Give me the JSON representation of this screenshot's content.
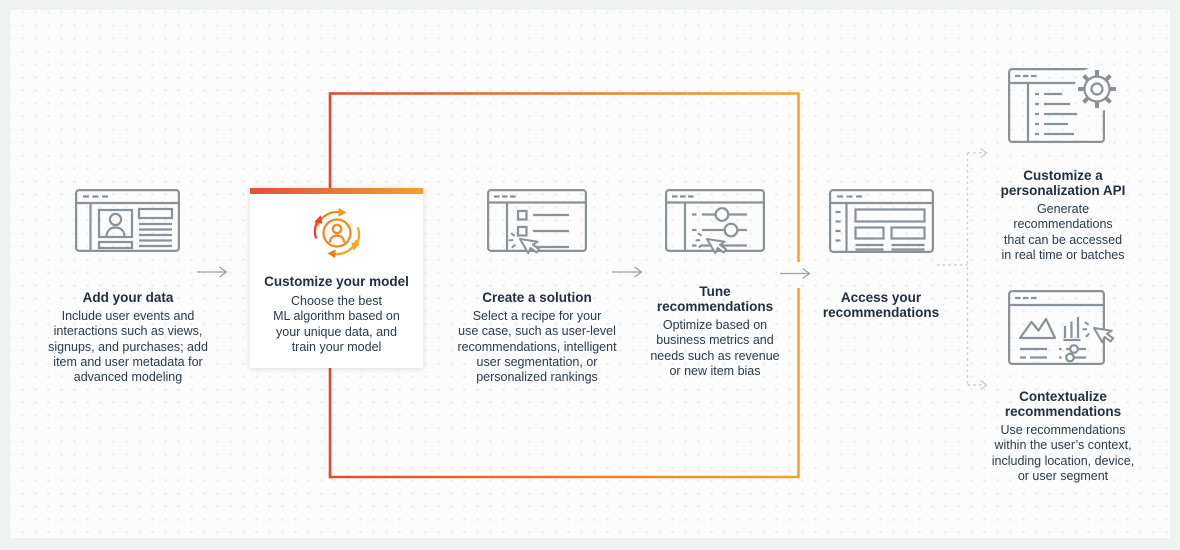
{
  "diagram": {
    "title_hint": "Personalization workflow diagram",
    "steps": [
      {
        "title": "Add your data",
        "description": "Include user events and\ninteractions such as views,\nsignups, and purchases; add\nitem and user metadata for\nadvanced modeling",
        "icon": "user-data-window-icon"
      },
      {
        "title": "Customize your model",
        "description": "Choose the best\nML algorithm based on\nyour unique data, and\ntrain your model",
        "icon": "model-training-cycle-icon"
      },
      {
        "title": "Create a solution",
        "description": "Select a recipe for your\nuse case, such as user-level\nrecommendations, intelligent\nuser segmentation, or\npersonalized rankings",
        "icon": "recipe-select-window-icon"
      },
      {
        "title": "Tune\nrecommendations",
        "description": "Optimize based on\nbusiness metrics and\nneeds such as revenue\nor new item bias",
        "icon": "sliders-window-icon"
      },
      {
        "title": "Access your\nrecommendations",
        "description": "",
        "icon": "results-layout-window-icon"
      }
    ],
    "outputs": [
      {
        "title": "Customize a\npersonalization API",
        "description": "Generate\nrecommendations\nthat can be accessed\nin real time or batches",
        "icon": "api-gear-window-icon"
      },
      {
        "title": "Contextualize\nrecommendations",
        "description": "Use recommendations\nwithin the user’s context,\nincluding location, device,\nor user segment",
        "icon": "context-analytics-window-icon"
      }
    ],
    "colors": {
      "icon_stroke": "#8b9297",
      "text": "#232f3e",
      "loop_gradient_start": "#e4492e",
      "loop_gradient_end": "#f5a623",
      "card_border_start": "#e0503a",
      "card_border_end": "#f2a030",
      "arrow": "#9aa4a9",
      "dotted_connector": "#c9cfd2",
      "background": "#f0f1f1",
      "panel": "#fcfcfd"
    }
  }
}
